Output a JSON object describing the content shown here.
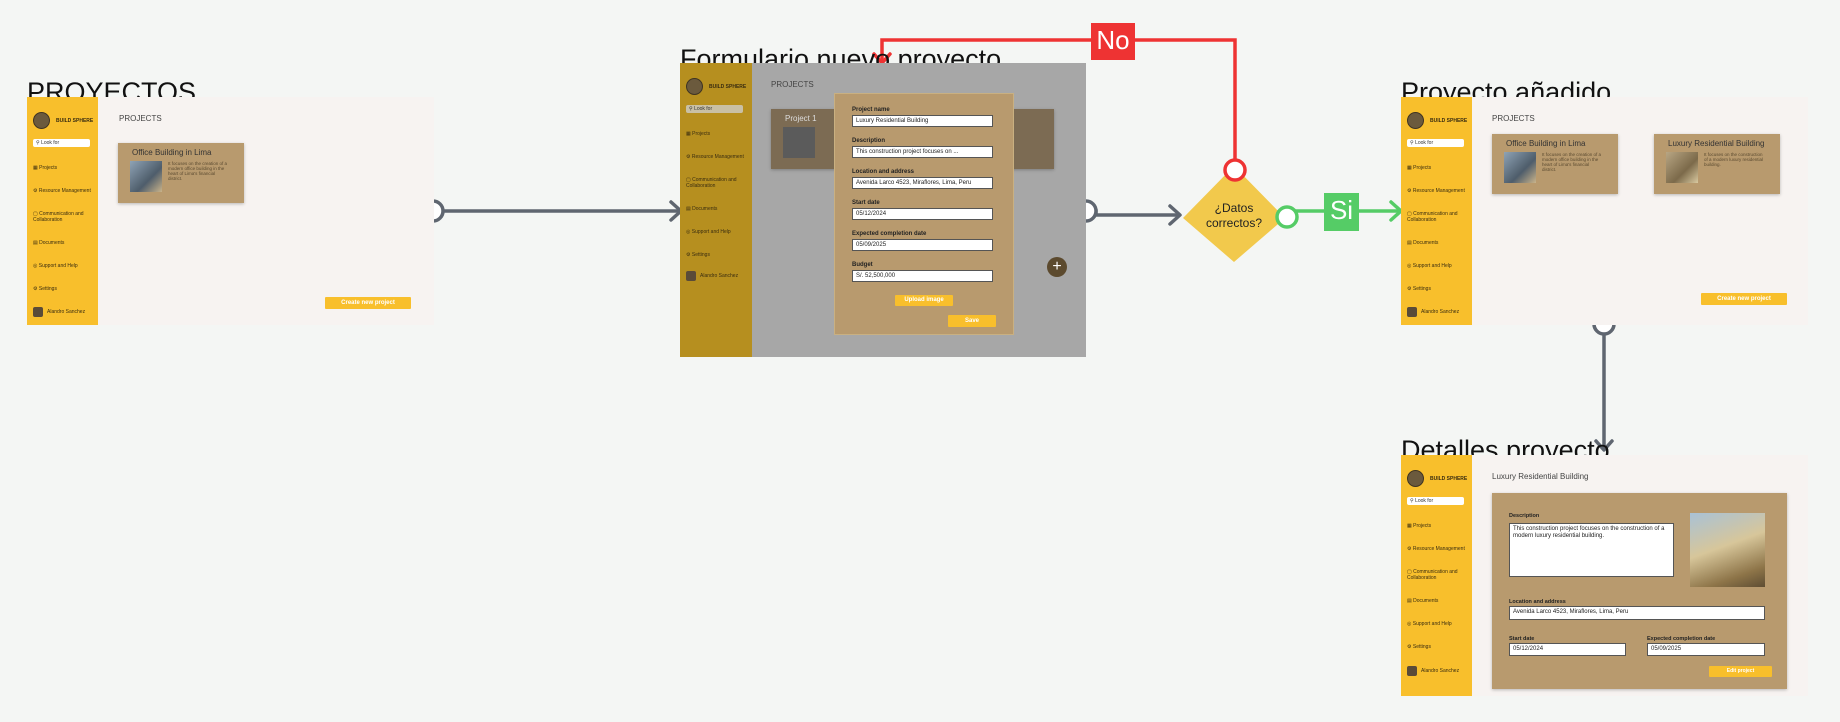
{
  "titles": {
    "proyectos": "PROYECTOS",
    "formulario": "Formulario nuevo proyecto",
    "anadido": "Proyecto añadido",
    "detalles": "Detalles proyecto"
  },
  "decision": {
    "line1": "¿Datos",
    "line2": "correctos?",
    "yes": "Si",
    "no": "No"
  },
  "colors": {
    "sidebar": "#f8bf2c",
    "card": "#b89a6e",
    "yes": "#55cc66",
    "no": "#ee3333",
    "decision": "#f2c94c",
    "connector": "#5f6670"
  },
  "app": {
    "brand": "BUILD SPHERE",
    "search": "Look for",
    "nav": {
      "projects": "Projects",
      "resources": "Resource Management",
      "comm": "Communication and Collaboration",
      "docs": "Documents",
      "support": "Support and Help",
      "settings": "Settings"
    },
    "user": "Alandro Sanchez",
    "projects_header": "PROJECTS",
    "create_button": "Create new project"
  },
  "cards": {
    "office": {
      "title": "Office Building in Lima",
      "desc": "It focuses on the creation of a modern office building in the heart of Lima's financial district."
    },
    "luxury": {
      "title": "Luxury Residential Building",
      "desc": "It focuses on the construction of a modern luxury residential building."
    },
    "project1": "Project 1"
  },
  "form": {
    "name_label": "Project name",
    "name_value": "Luxury Residential Building",
    "desc_label": "Description",
    "desc_value": "This construction project focuses on ...",
    "loc_label": "Location and address",
    "loc_value": "Avenida Larco 4523, Miraflores, Lima, Peru",
    "start_label": "Start date",
    "start_value": "05/12/2024",
    "end_label": "Expected completion date",
    "end_value": "05/09/2025",
    "budget_label": "Budget",
    "budget_value": "S/. 52,500,000",
    "upload": "Upload image",
    "save": "Save",
    "add_icon": "+"
  },
  "details": {
    "header": "Luxury Residential Building",
    "desc_label": "Description",
    "desc_value": "This construction project focuses on the construction of a modern luxury residential building.",
    "loc_label": "Location and address",
    "loc_value": "Avenida Larco 4523, Miraflores, Lima, Peru",
    "start_label": "Start date",
    "start_value": "05/12/2024",
    "end_label": "Expected completion date",
    "end_value": "05/09/2025",
    "edit": "Edit project"
  }
}
